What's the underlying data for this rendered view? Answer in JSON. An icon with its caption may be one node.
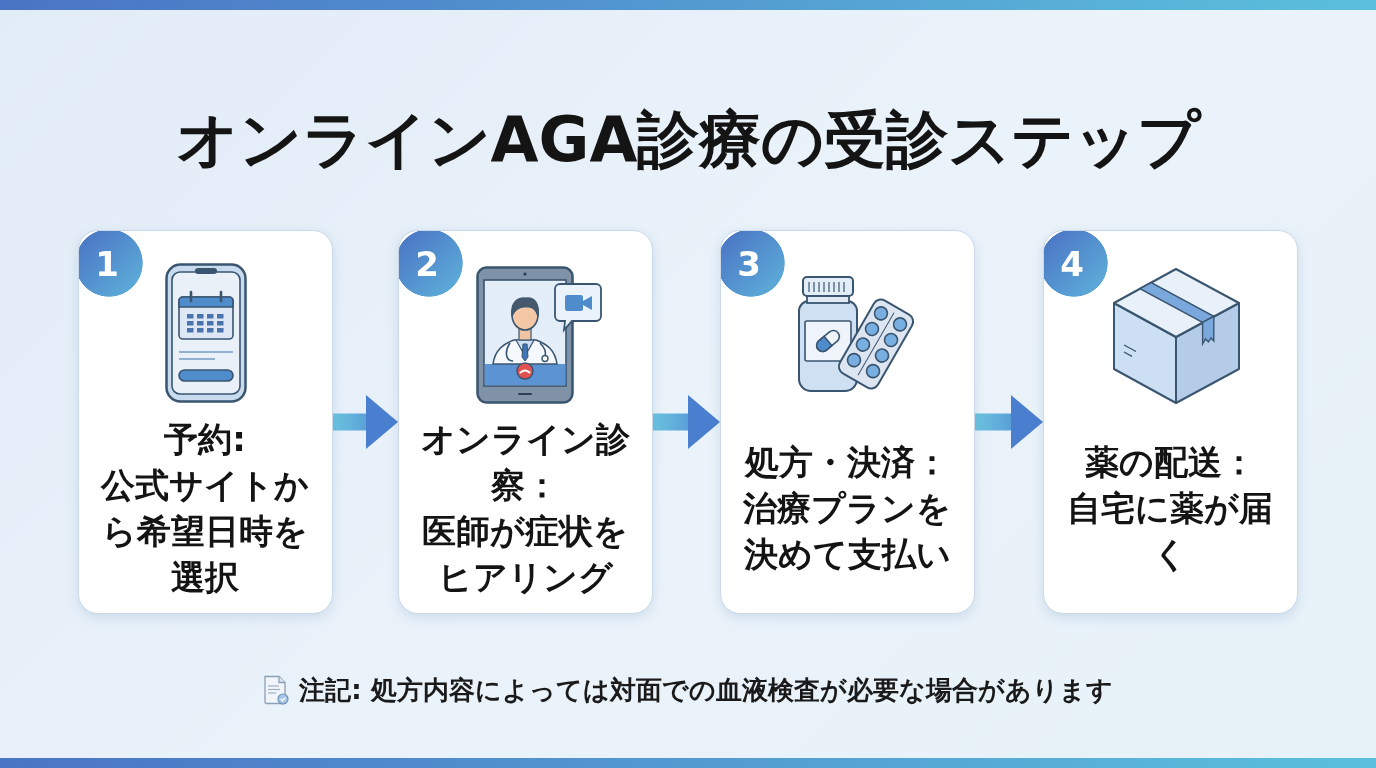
{
  "diagram": {
    "title": "オンラインAGA診療の受診ステップ",
    "nodes": [
      {
        "text": [
          "予約:",
          "公式サイトから希望日時を選択"
        ]
      },
      {
        "text": [
          "1"
        ],
        "in": 0
      },
      {
        "text": [
          "オンライン診察：",
          "医師が症状をヒアリング"
        ]
      },
      {
        "text": [
          "2"
        ],
        "in": 2
      },
      {
        "text": [
          "処方・決済：",
          "治療プランを決めて支払い"
        ]
      },
      {
        "text": [
          "3"
        ],
        "in": 4
      },
      {
        "text": [
          "薬の配送：",
          "自宅に薬が届く"
        ]
      },
      {
        "text": [
          "4"
        ],
        "in": 6
      }
    ],
    "edges": [
      {
        "from": 0,
        "to": 2,
        "arrow": "to"
      },
      {
        "from": 2,
        "to": 4,
        "arrow": "to"
      },
      {
        "from": 4,
        "to": 6,
        "arrow": "to"
      }
    ],
    "labels": [
      "注記: 処方内容によっては対面での血液検査が必要な場合があります"
    ]
  }
}
